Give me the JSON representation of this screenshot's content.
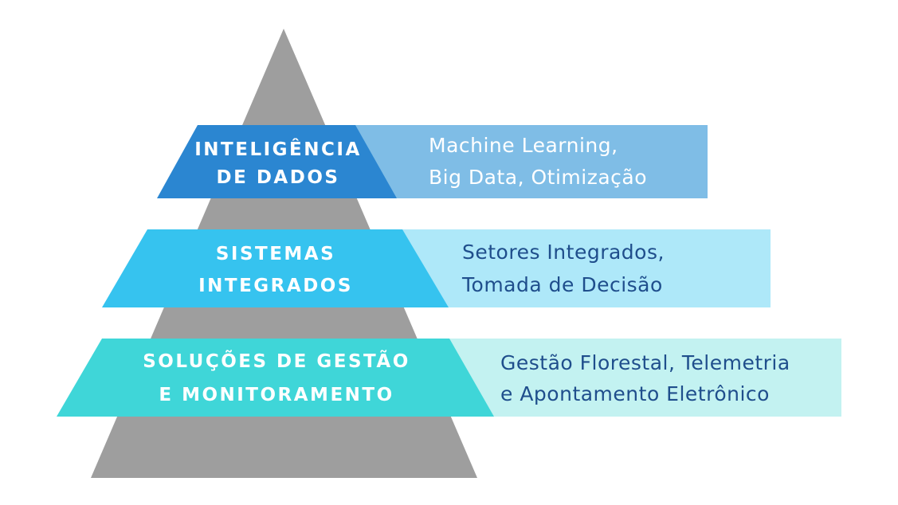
{
  "pyramid": {
    "color": "#9e9e9e",
    "icon": "triangle"
  },
  "tiers": [
    {
      "label_lines": [
        "INTELIGÊNCIA",
        "DE DADOS"
      ],
      "description_lines": [
        "Machine Learning,",
        "Big Data, Otimização"
      ],
      "label_color": "#2b86d1",
      "band_color": "#7fbde6",
      "text_color": "#ffffff"
    },
    {
      "label_lines": [
        "SISTEMAS",
        "INTEGRADOS"
      ],
      "description_lines": [
        "Setores Integrados,",
        "Tomada de Decisão"
      ],
      "label_color": "#36c3ef",
      "band_color": "#aee8f9",
      "text_color": "#1f4e8c"
    },
    {
      "label_lines": [
        "SOLUÇÕES DE GESTÃO",
        "E MONITORAMENTO"
      ],
      "description_lines": [
        "Gestão Florestal, Telemetria",
        "e Apontamento Eletrônico"
      ],
      "label_color": "#3fd6d8",
      "band_color": "#c3f2f1",
      "text_color": "#1f4e8c"
    }
  ]
}
